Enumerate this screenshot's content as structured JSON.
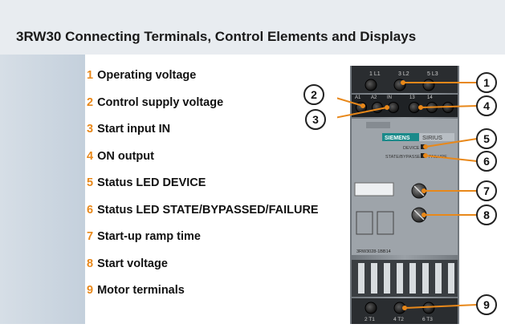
{
  "page": {
    "title": "3RW30 Connecting Terminals, Control Elements and Displays"
  },
  "legend": {
    "items": [
      {
        "num": "1",
        "label": "Operating voltage"
      },
      {
        "num": "2",
        "label": "Control supply voltage"
      },
      {
        "num": "3",
        "label": "Start input IN"
      },
      {
        "num": "4",
        "label": "ON output"
      },
      {
        "num": "5",
        "label": "Status LED DEVICE"
      },
      {
        "num": "6",
        "label": "Status LED STATE/BYPASSED/FAILURE"
      },
      {
        "num": "7",
        "label": "Start-up ramp time"
      },
      {
        "num": "8",
        "label": "Start voltage"
      },
      {
        "num": "9",
        "label": "Motor terminals"
      }
    ]
  },
  "device": {
    "top_terminals": [
      "1 L1",
      "3 L2",
      "5 L3"
    ],
    "ctrl_terminals": [
      "A1",
      "A2",
      "IN",
      "13",
      "14"
    ],
    "brand": "SIEMENS",
    "series": "SIRIUS",
    "led_device_label": "DEVICE",
    "led_state_label": "STATE/BYPASSED",
    "led_failure_label": "FAILURE",
    "model": "3RW3028-1BB14",
    "bottom_terminals": [
      "2 T1",
      "4 T2",
      "6 T3"
    ]
  },
  "callouts": [
    "1",
    "2",
    "3",
    "4",
    "5",
    "6",
    "7",
    "8",
    "9"
  ],
  "colors": {
    "accent": "#e8881a",
    "callout_ring": "#222222",
    "device_body": "#8a9096",
    "header_bg": "#e8ecf0",
    "band": "#c9d3dd"
  }
}
